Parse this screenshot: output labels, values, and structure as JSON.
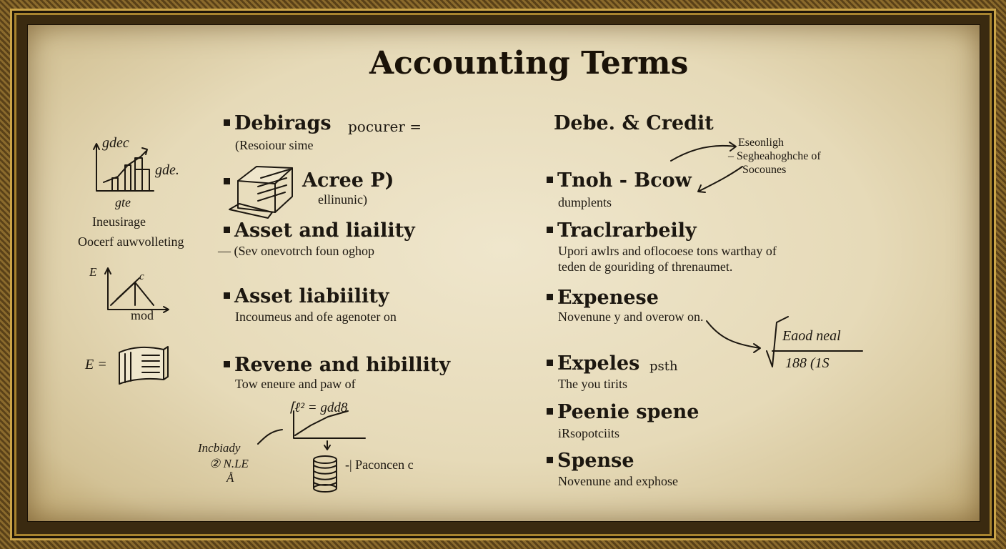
{
  "title": "Accounting Terms",
  "left_column": {
    "chart1_top_label": "gdec",
    "chart1_side_label": "gde.",
    "chart1_bottom_label": "gte",
    "caption_line1": "Ineusirage",
    "caption_line2": "Oocerf auwvolleting",
    "chart2_axis_label": "E",
    "chart2_small_label": "c",
    "chart2_bottom_label": "mod",
    "book_label": "E ="
  },
  "middle_column": {
    "item1_heading": "Debirags",
    "item1_heading_suffix": "pocurer =",
    "item1_sub": "(Resoiour sime",
    "item2_heading": "Acree P)",
    "item2_sub": "ellinunic)",
    "item3_heading": "Asset and liaility",
    "item3_sub": "— (Sev onevotrch foun oghop",
    "item4_heading": "Asset liabiility",
    "item4_sub": "Incoumeus and ofe agenoter on",
    "item5_heading": "Revene and hibillity",
    "item5_sub": "Tow eneure and paw of",
    "graph_label": "⌈ℓ² = gdd8",
    "down_arrow": "↓",
    "side_note_line1": "Incbiady",
    "side_note_line2": "② N.LE",
    "side_note_line3": "Å",
    "coins_label": "-| Paconcen c"
  },
  "right_column": {
    "header": "Debe. & Credit",
    "note_line1": "Eseonligh",
    "note_line2": "– Segheahoghche of",
    "note_line3": "Socounes",
    "item1_heading": "Tnoh - Bcow",
    "item1_sub": "dumplents",
    "item2_heading": "Traclrarbeily",
    "item2_sub_line1": "Upori awlrs and oflocoese tons warthay of",
    "item2_sub_line2": "teden de gouriding of threnaumet.",
    "item3_heading": "Expenese",
    "item3_sub": "Novenune y and overow on.",
    "item4_heading": "Expeles",
    "item4_heading_suffix": "psth",
    "item4_sub": "The you tirits",
    "item5_heading": "Peenie spene",
    "item5_sub": "iRsopotciits",
    "item6_heading": "Spense",
    "item6_sub": "Novenune and exphose",
    "formula_top": "Eaod neal",
    "formula_bottom": "188 (1S"
  }
}
